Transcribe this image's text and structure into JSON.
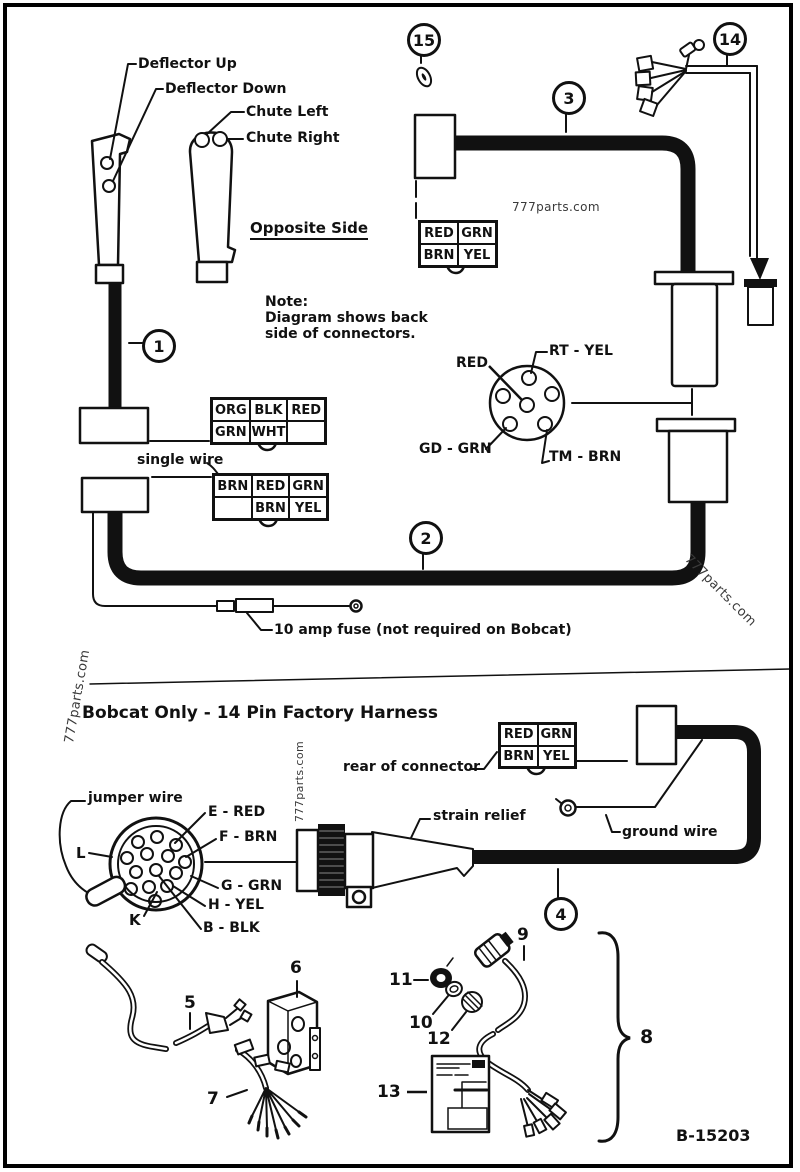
{
  "page": {
    "drawing_number": "B-15203",
    "watermark": "777parts.com"
  },
  "colors": {
    "ink": "#111111",
    "paper": "#ffffff",
    "watermark": "#3a3a3a"
  },
  "controls": {
    "deflector_up": "Deflector Up",
    "deflector_down": "Deflector Down",
    "chute_left": "Chute Left",
    "chute_right": "Chute Right",
    "opposite_side": "Opposite Side"
  },
  "note": {
    "title": "Note:",
    "line1": "Diagram shows back",
    "line2": "side of connectors."
  },
  "callouts": {
    "c1": "1",
    "c2": "2",
    "c3": "3",
    "c4": "4",
    "c5": "5",
    "c6": "6",
    "c7": "7",
    "c8": "8",
    "c9": "9",
    "c10": "10",
    "c11": "11",
    "c12": "12",
    "c13": "13",
    "c14": "14",
    "c15": "15"
  },
  "connector_tables": {
    "upper_left": {
      "rows": [
        [
          "ORG",
          "BLK",
          "RED"
        ],
        [
          "GRN",
          "WHT",
          ""
        ]
      ]
    },
    "lower_left": {
      "rows": [
        [
          "BRN",
          "RED",
          "GRN"
        ],
        [
          "",
          "BRN",
          "YEL"
        ]
      ]
    },
    "top": {
      "rows": [
        [
          "RED",
          "GRN"
        ],
        [
          "BRN",
          "YEL"
        ]
      ]
    },
    "bobcat": {
      "rows": [
        [
          "RED",
          "GRN"
        ],
        [
          "BRN",
          "YEL"
        ]
      ]
    }
  },
  "round_connector": {
    "red": "RED",
    "rt": "RT - YEL",
    "gd": "GD - GRN",
    "tm": "TM - BRN"
  },
  "pins_14": {
    "l": "L",
    "k": "K",
    "e": "E - RED",
    "f": "F - BRN",
    "g": "G - GRN",
    "h": "H - YEL",
    "b": "B - BLK"
  },
  "labels": {
    "single_wire": "single wire",
    "fuse": "10 amp fuse (not required on Bobcat)",
    "bobcat_title": "Bobcat Only - 14 Pin Factory Harness",
    "rear_of_connector": "rear of connector",
    "jumper_wire": "jumper wire",
    "strain_relief": "strain relief",
    "ground_wire": "ground wire"
  }
}
